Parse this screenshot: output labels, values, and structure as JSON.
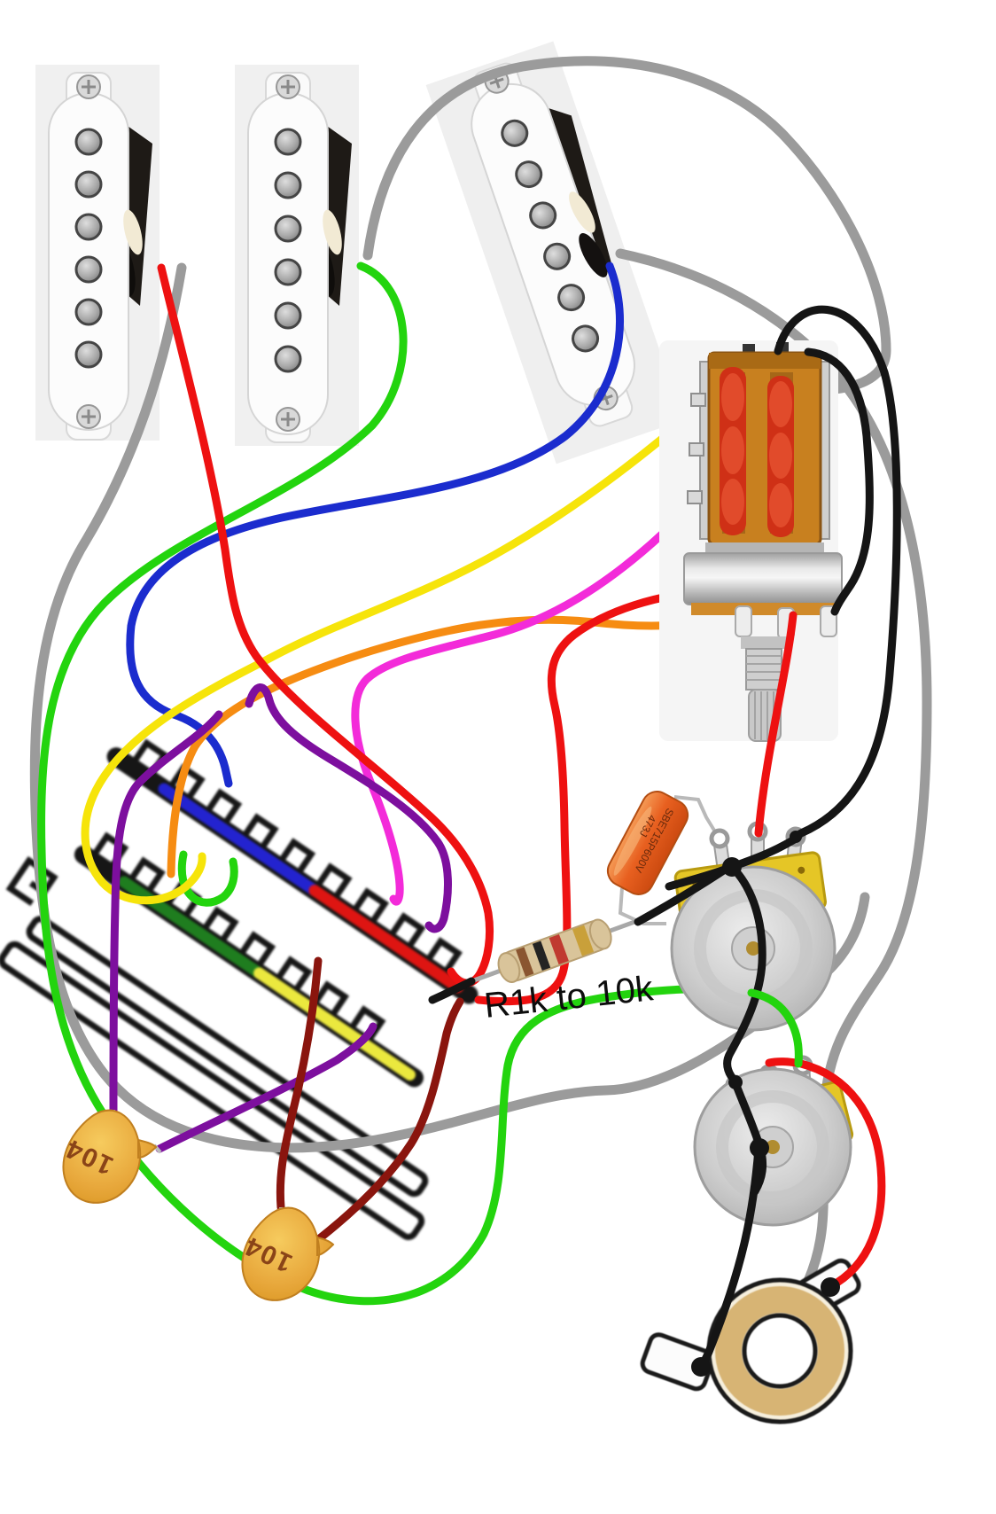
{
  "colors": {
    "wire_red": "#ee1111",
    "wire_green": "#23d40e",
    "wire_blue": "#1b2cce",
    "wire_yellow": "#f6e40a",
    "wire_orange": "#f68c12",
    "wire_magenta": "#f32bd9",
    "wire_purple": "#7d0f9e",
    "wire_maroon": "#8a150e",
    "wire_black": "#151515",
    "wire_gray": "#9b9b9b",
    "bar_blue": "#2323cf",
    "bar_red": "#de1512",
    "bar_green": "#1f7d1f",
    "bar_yellow": "#ebe83e"
  },
  "labels": {
    "resistor_note": "R1k to 10k"
  },
  "components": {
    "orange_drop_capacitor": {
      "marking_line1": "SBE715P600V",
      "marking_line2": "473J"
    },
    "ceramic_capacitor_1": {
      "marking": "104"
    },
    "ceramic_capacitor_2": {
      "marking": "104"
    }
  }
}
